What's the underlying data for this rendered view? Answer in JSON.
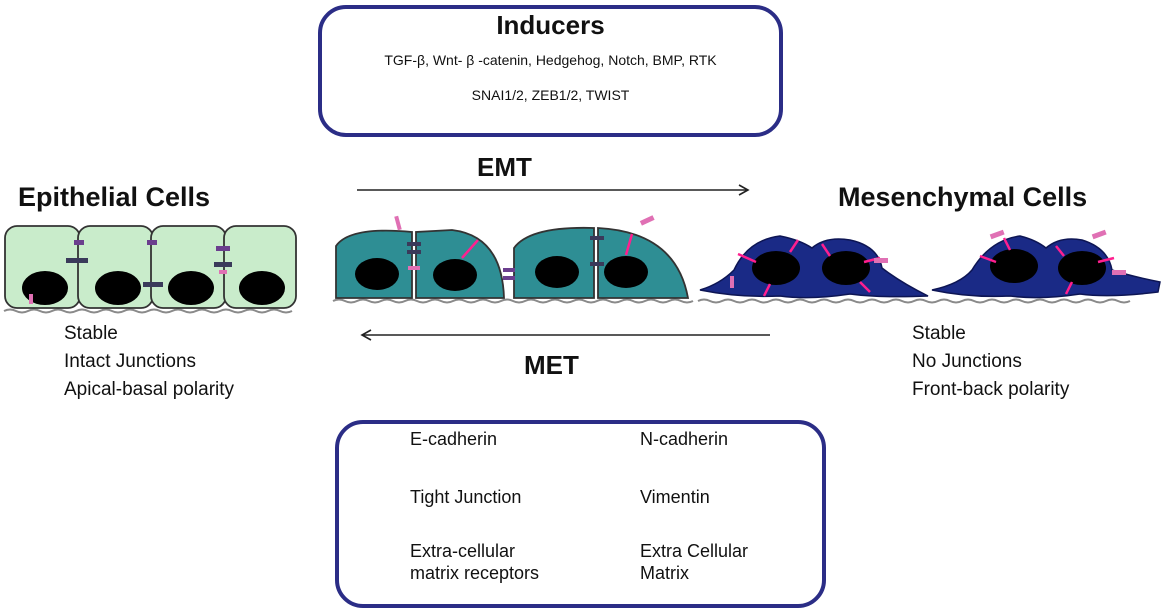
{
  "inducers": {
    "title": "Inducers",
    "line1": "TGF-β, Wnt- β -catenin, Hedgehog, Notch, BMP, RTK",
    "line2": "SNAI1/2, ZEB1/2, TWIST"
  },
  "transitions": {
    "emt": "EMT",
    "met": "MET"
  },
  "epithelial": {
    "title": "Epithelial Cells",
    "properties": [
      "Stable",
      "Intact Junctions",
      "Apical-basal polarity"
    ]
  },
  "mesenchymal": {
    "title": "Mesenchymal Cells",
    "properties": [
      "Stable",
      "No Junctions",
      "Front-back polarity"
    ]
  },
  "legend": {
    "items": [
      {
        "label": "E-cadherin",
        "icon": "e-cadherin-icon"
      },
      {
        "label": "N-cadherin",
        "icon": "n-cadherin-icon"
      },
      {
        "label": "Tight Junction",
        "icon": "tight-junction-icon"
      },
      {
        "label": "Vimentin",
        "icon": "vimentin-icon"
      },
      {
        "label": "Extra-cellular\nmatrix receptors",
        "line1": "Extra-cellular",
        "line2": "matrix receptors",
        "icon": "ecm-receptor-icon"
      },
      {
        "label": "Extra Cellular\nMatrix",
        "line1": "Extra Cellular",
        "line2": "Matrix",
        "icon": "extracellular-matrix-icon"
      }
    ]
  },
  "colors": {
    "box_border": "#2b2d86",
    "epithelial_fill": "#c9eccb",
    "intermediate_fill": "#2e8e94",
    "mesenchymal_fill": "#1a2a86",
    "nucleus": "#000000",
    "e_cadherin": "#3a3a5a",
    "n_cadherin": "#e070b4",
    "tight_junction": "#6b3e8e",
    "vimentin": "#ff1f8f",
    "ecm_receptor": "#e070b4",
    "matrix": "#8a8a8a"
  }
}
